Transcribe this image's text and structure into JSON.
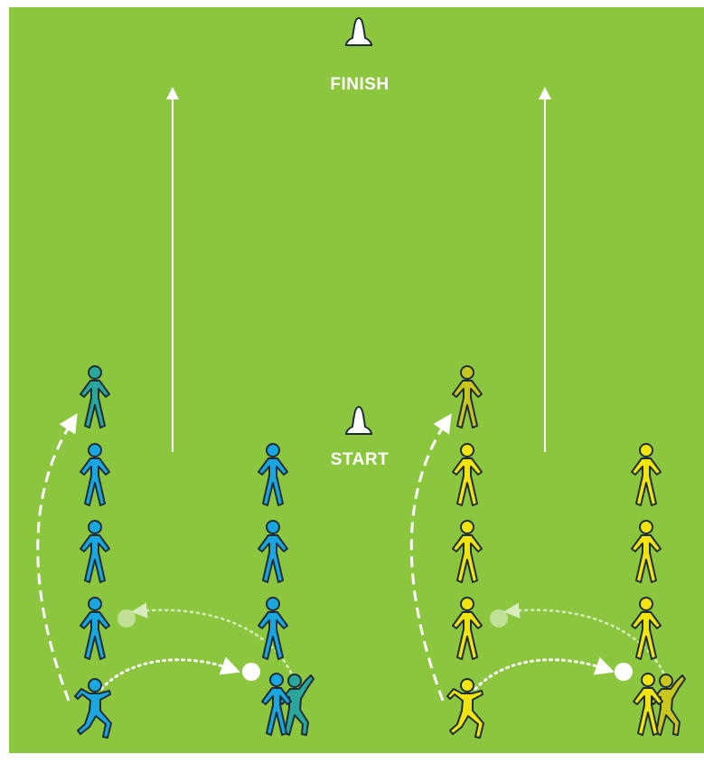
{
  "labels": {
    "finish": "FINISH",
    "start": "START"
  },
  "colors": {
    "field": "#8cc63f",
    "blue_team": "#1aa6de",
    "blue_team_faded": "#2aa79a",
    "yellow_team": "#f2e411",
    "yellow_team_faded": "#c9c71e",
    "lines": "#ffffff",
    "outline": "#1f2d3a"
  },
  "icons": {
    "cone": "traffic-cone-icon",
    "player": "player-figure-icon",
    "ball": "ball-icon"
  },
  "teams": [
    {
      "name": "",
      "color_key": "blue_team"
    },
    {
      "name": "",
      "color_key": "yellow_team"
    }
  ]
}
